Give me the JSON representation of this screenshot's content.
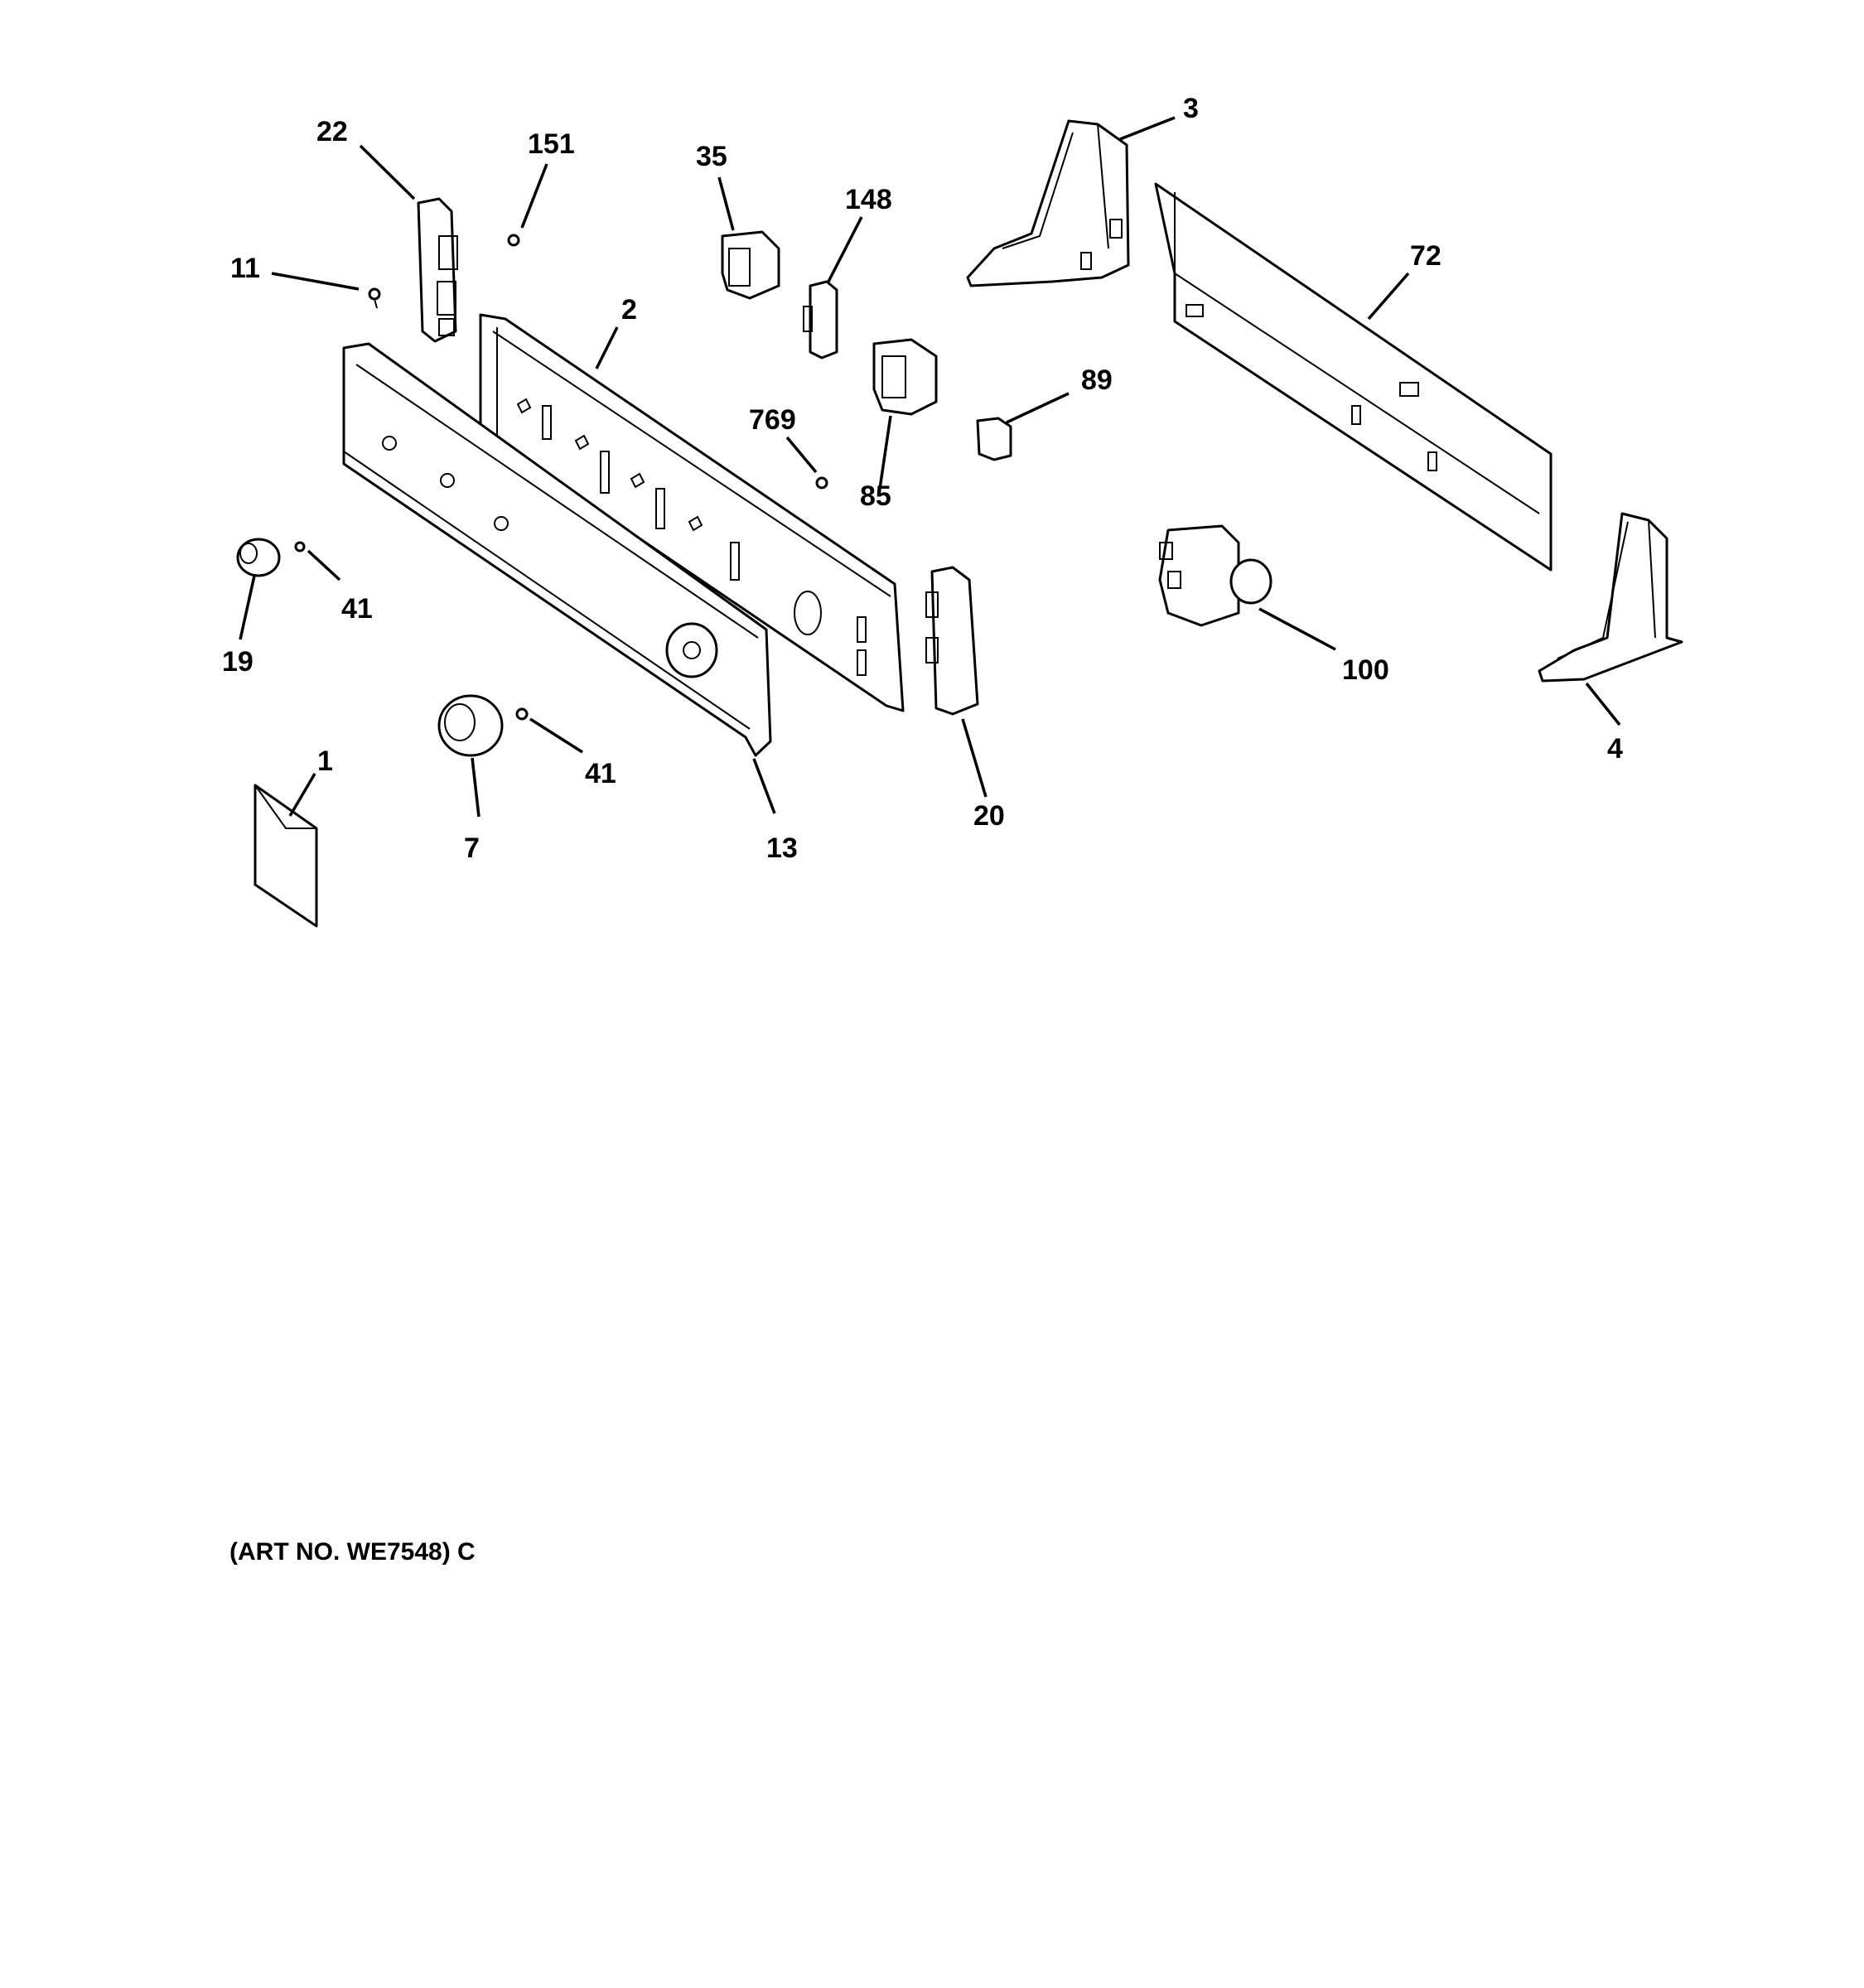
{
  "diagram": {
    "callouts": {
      "c22": "22",
      "c151": "151",
      "c35": "35",
      "c148": "148",
      "c3": "3",
      "c11": "11",
      "c2": "2",
      "c72": "72",
      "c89": "89",
      "c769": "769",
      "c85": "85",
      "c41a": "41",
      "c19": "19",
      "c100": "100",
      "c4": "4",
      "c1": "1",
      "c41b": "41",
      "c7": "7",
      "c13": "13",
      "c20": "20"
    },
    "art_number": "(ART NO. WE7548) C"
  }
}
